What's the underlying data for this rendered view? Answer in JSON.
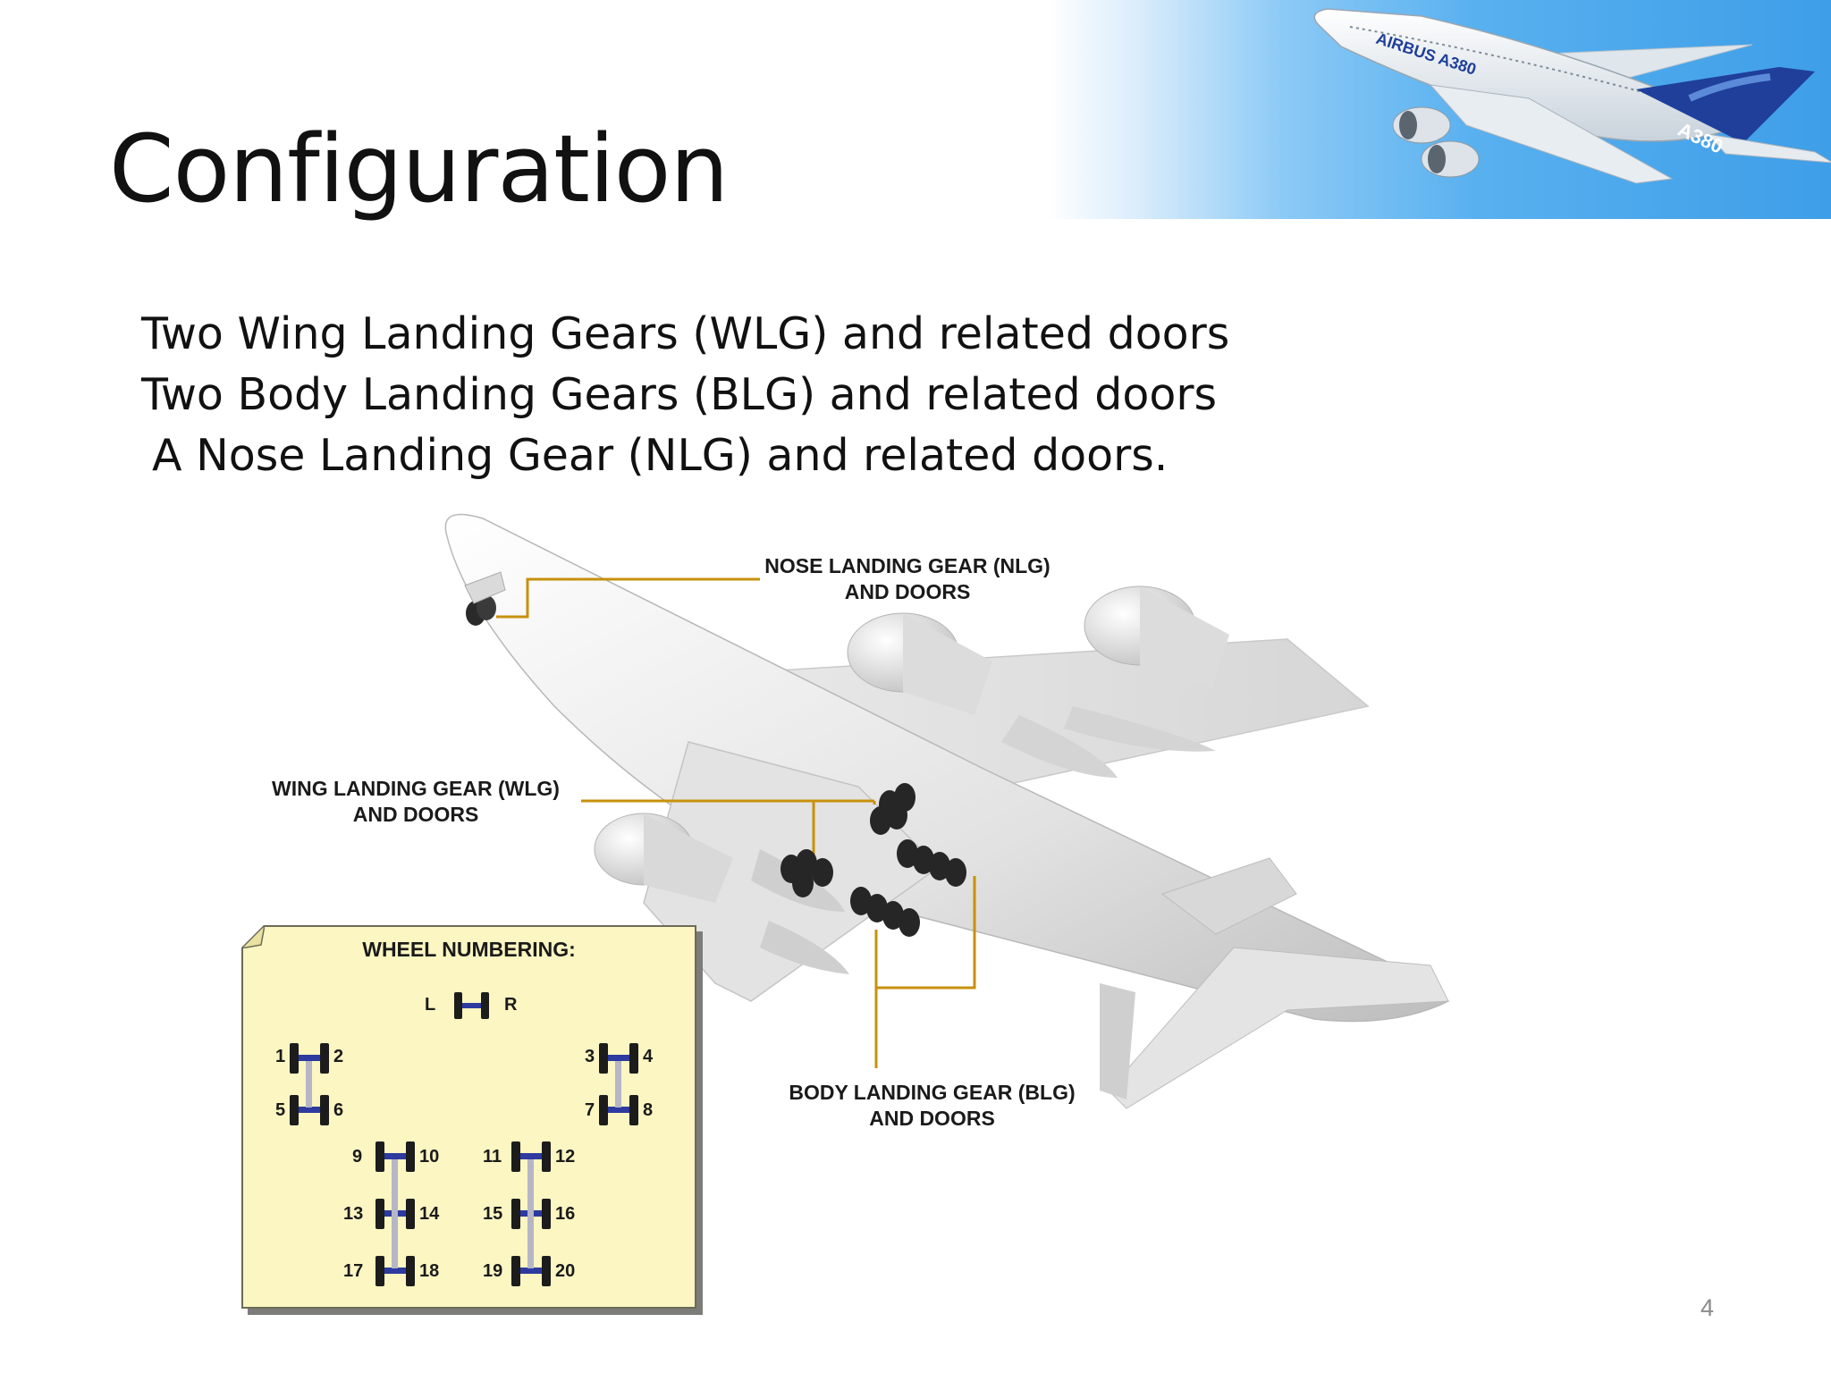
{
  "slide": {
    "title": "Configuration",
    "bullets": [
      "Two Wing Landing Gears (WLG) and related doors",
      "Two Body Landing Gears (BLG) and related doors",
      " A Nose Landing Gear (NLG) and related doors."
    ],
    "page_number": "4"
  },
  "banner": {
    "airline_logo_text": "AIRBUS A380",
    "tail_text": "A380"
  },
  "diagram": {
    "callouts": {
      "nlg": [
        "NOSE LANDING GEAR (NLG)",
        "AND DOORS"
      ],
      "wlg": [
        "WING LANDING GEAR (WLG)",
        "AND DOORS"
      ],
      "blg": [
        "BODY LANDING GEAR (BLG)",
        "AND DOORS"
      ]
    },
    "wheel_numbering": {
      "title": "WHEEL NUMBERING:",
      "nose": [
        "L",
        "R"
      ],
      "labels": [
        "1",
        "2",
        "3",
        "4",
        "5",
        "6",
        "7",
        "8",
        "9",
        "10",
        "11",
        "12",
        "13",
        "14",
        "15",
        "16",
        "17",
        "18",
        "19",
        "20"
      ]
    }
  },
  "colors": {
    "leader_line": "#c8900c",
    "note_background": "#fbf6c2",
    "banner_sky": "#3e9ee8",
    "text": "#111111"
  }
}
